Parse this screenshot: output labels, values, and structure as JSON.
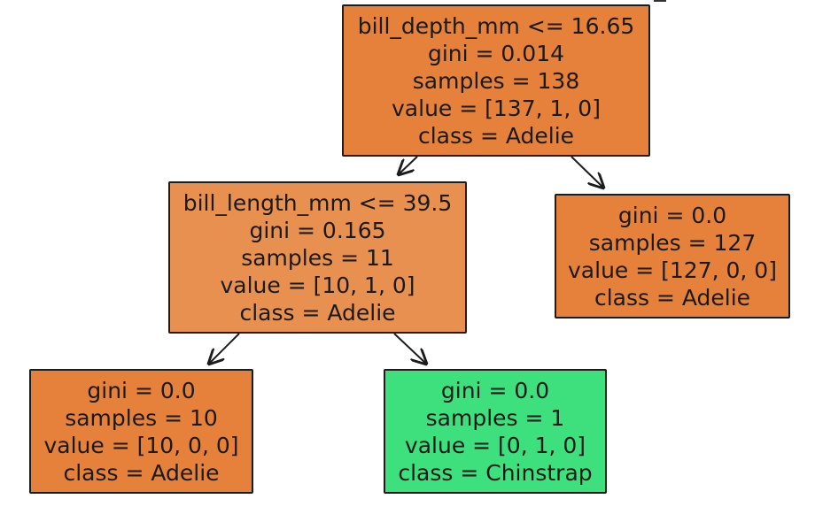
{
  "diagram": {
    "type": "decision-tree",
    "colors": {
      "adelie_strong": "#e5813a",
      "adelie_light": "#e89050",
      "chinstrap": "#3ee07e",
      "border": "#1c1c1c",
      "edge": "#1c1c1c"
    },
    "nodes": [
      {
        "id": "root",
        "split": "bill_depth_mm <= 16.65",
        "gini": "gini = 0.014",
        "samples": "samples = 138",
        "value": "value = [137, 1, 0]",
        "class": "class = Adelie",
        "fill": "adelie_strong"
      },
      {
        "id": "left",
        "split": "bill_length_mm <= 39.5",
        "gini": "gini = 0.165",
        "samples": "samples = 11",
        "value": "value = [10, 1, 0]",
        "class": "class = Adelie",
        "fill": "adelie_light"
      },
      {
        "id": "right",
        "gini": "gini = 0.0",
        "samples": "samples = 127",
        "value": "value = [127, 0, 0]",
        "class": "class = Adelie",
        "fill": "adelie_strong"
      },
      {
        "id": "leftleft",
        "gini": "gini = 0.0",
        "samples": "samples = 10",
        "value": "value = [10, 0, 0]",
        "class": "class = Adelie",
        "fill": "adelie_strong"
      },
      {
        "id": "leftright",
        "gini": "gini = 0.0",
        "samples": "samples = 1",
        "value": "value = [0, 1, 0]",
        "class": "class = Chinstrap",
        "fill": "chinstrap"
      }
    ],
    "edges": [
      {
        "from": "root",
        "to": "left"
      },
      {
        "from": "root",
        "to": "right"
      },
      {
        "from": "left",
        "to": "leftleft"
      },
      {
        "from": "left",
        "to": "leftright"
      }
    ]
  }
}
